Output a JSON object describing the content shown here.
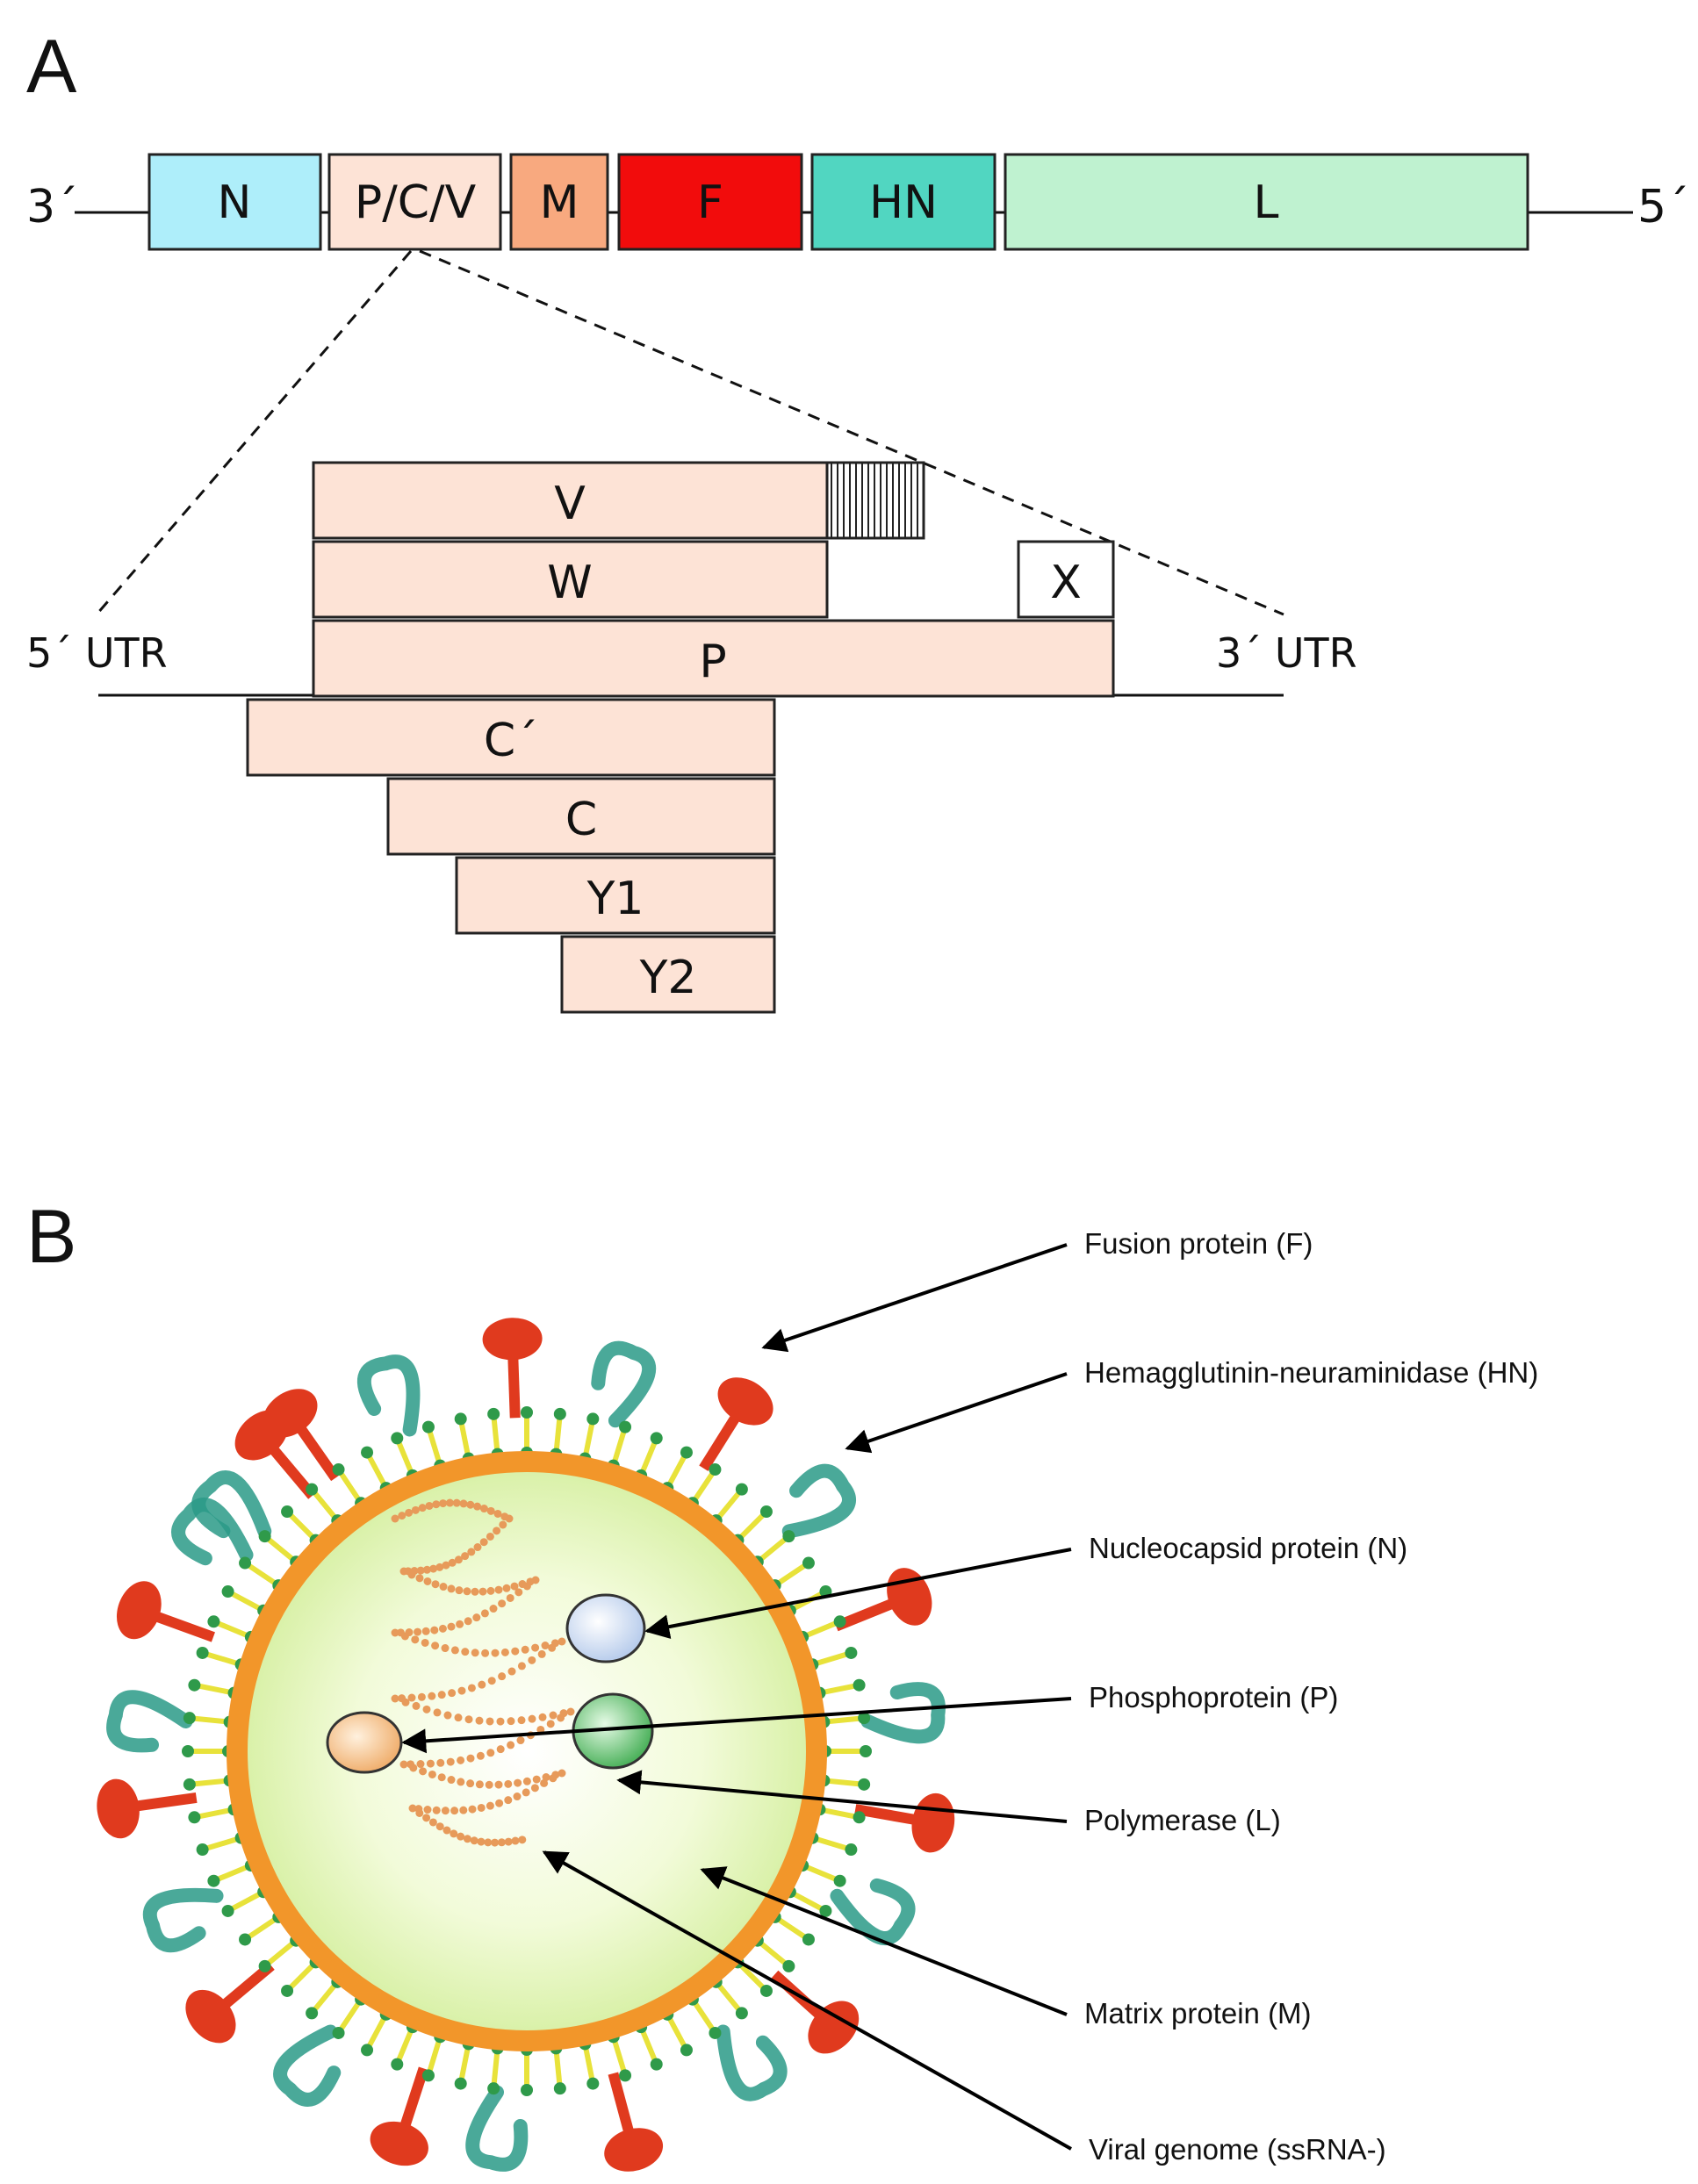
{
  "panel_a": {
    "letter": "A",
    "genome_end_left": "3´",
    "genome_end_right": "5´",
    "genes": [
      {
        "label": "N",
        "color": "#aeeefa"
      },
      {
        "label": "P/C/V",
        "color": "#fde3d6"
      },
      {
        "label": "M",
        "color": "#f8a97f"
      },
      {
        "label": "F",
        "color": "#f20c0c"
      },
      {
        "label": "HN",
        "color": "#51d6c1"
      },
      {
        "label": "L",
        "color": "#bff2d0"
      }
    ],
    "utr_left": "5´ UTR",
    "utr_right": "3´ UTR",
    "proteins": [
      {
        "label": "V",
        "color": "#fde3d6"
      },
      {
        "label": "W",
        "color": "#fde3d6"
      },
      {
        "label": "X",
        "color": "#ffffff"
      },
      {
        "label": "P",
        "color": "#fde3d6"
      },
      {
        "label": "C´",
        "color": "#fde3d6"
      },
      {
        "label": "C",
        "color": "#fde3d6"
      },
      {
        "label": "Y1",
        "color": "#fde3d6"
      },
      {
        "label": "Y2",
        "color": "#fde3d6"
      }
    ]
  },
  "panel_b": {
    "letter": "B",
    "callouts": [
      "Fusion protein (F)",
      "Hemagglutinin-neuraminidase (HN)",
      "Nucleocapsid  protein (N)",
      "Phosphoprotein (P)",
      "Polymerase (L)",
      "Matrix protein (M)",
      "Viral genome (ssRNA-)"
    ],
    "colors": {
      "spike_f": "#e03a1e",
      "spike_hn": "#2a9a87",
      "matrix": "#f2962a",
      "membrane_head": "#2f9a4a",
      "membrane_tail": "#e8e23a",
      "genome": "#e79a5a",
      "nucleocapsid": "#d9e6f7",
      "phosphoprotein": "#f3c18b",
      "polymerase": "#7fd08a"
    }
  }
}
